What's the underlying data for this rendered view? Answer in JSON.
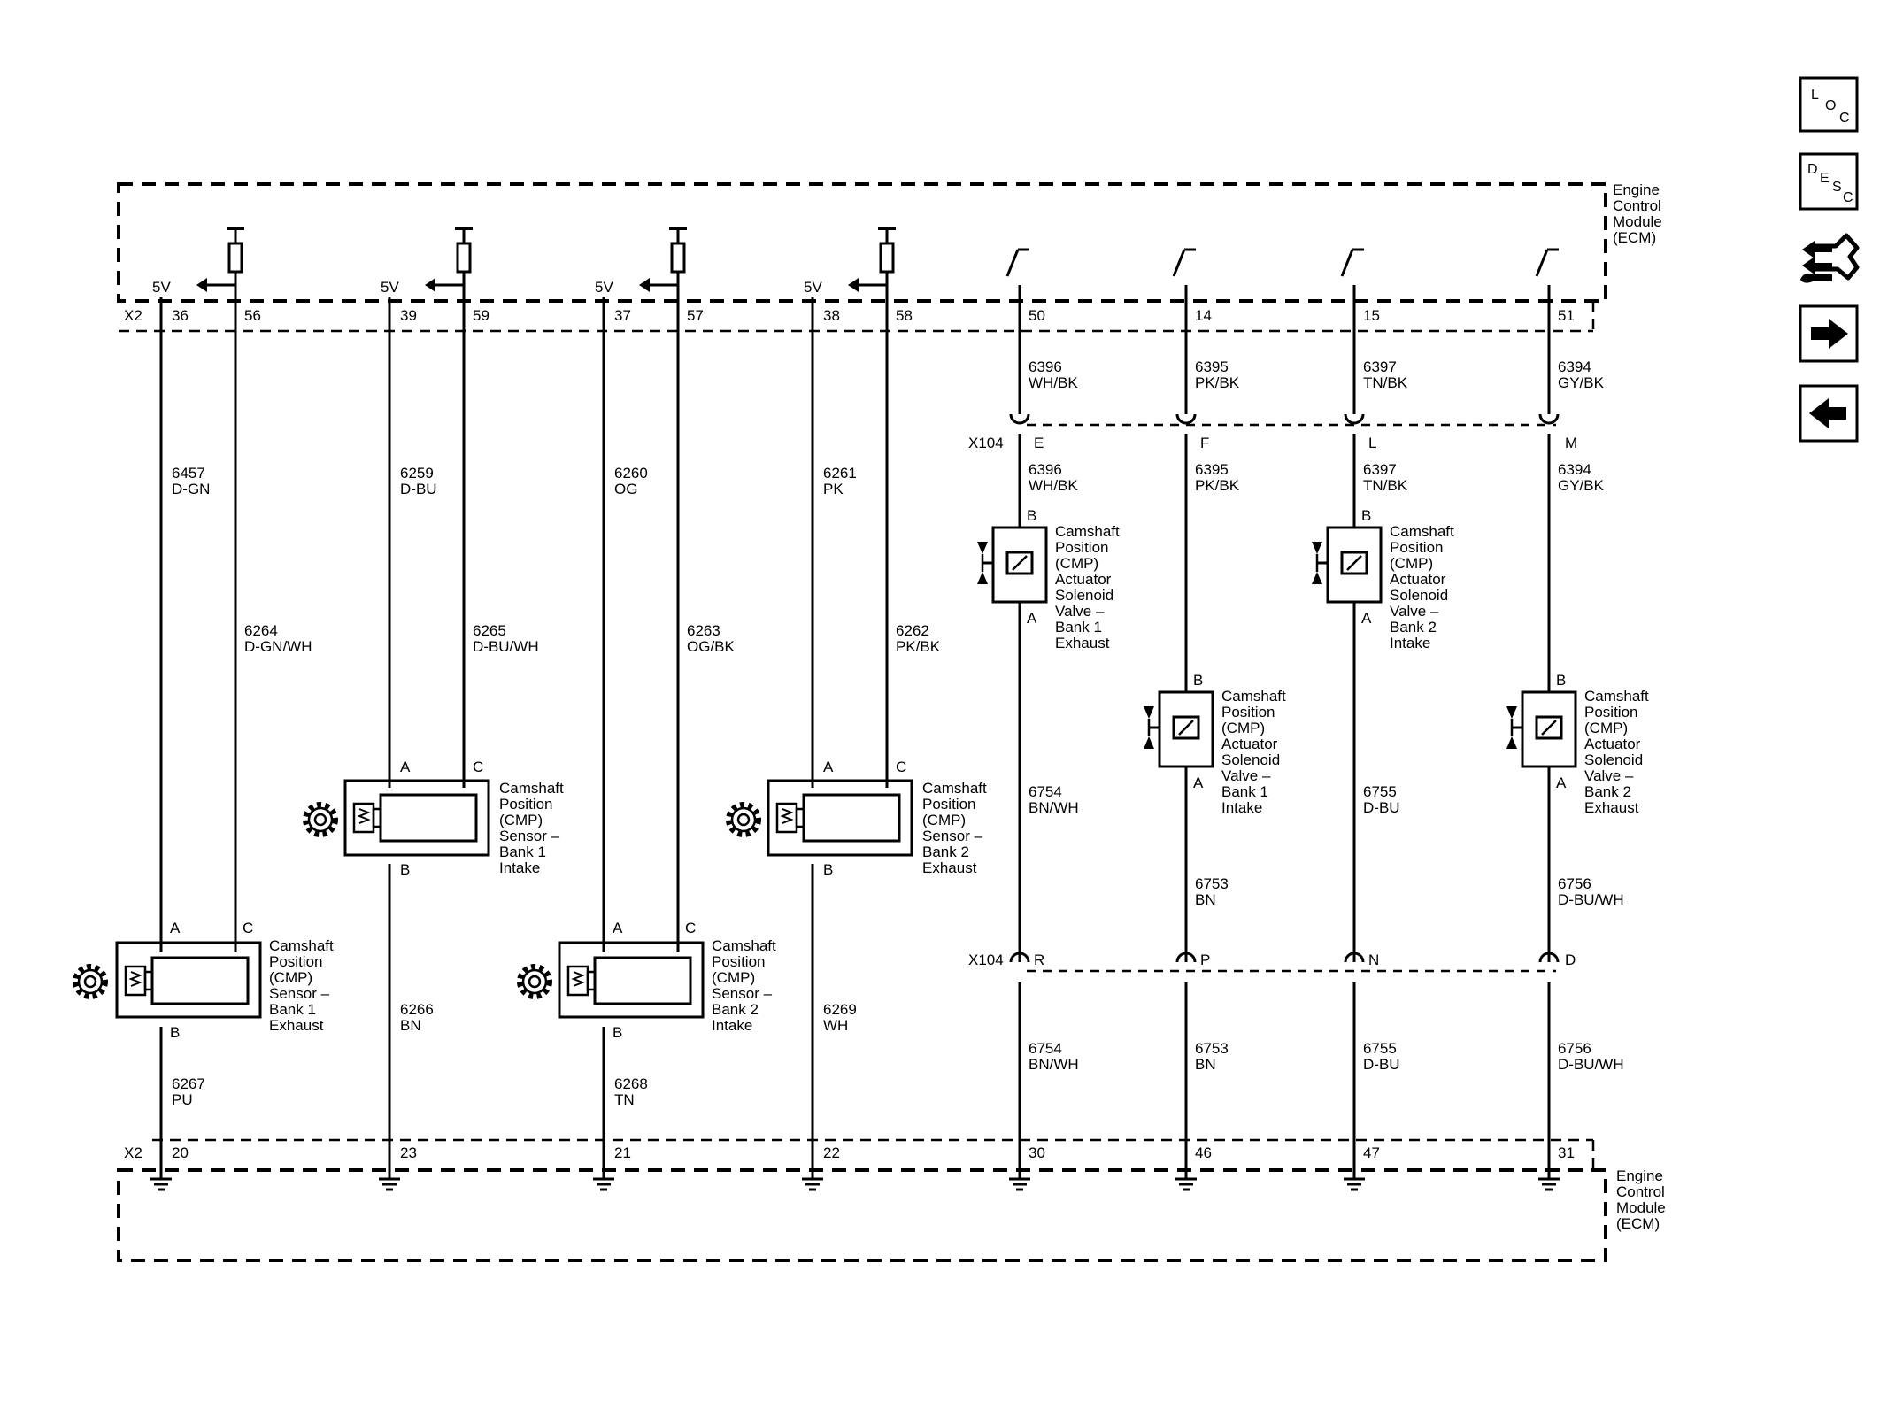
{
  "nav": {
    "loc": {
      "l1": "L",
      "l2": "O",
      "l3": "C"
    },
    "desc": {
      "l1": "D",
      "l2": "E",
      "l3": "S",
      "l4": "C"
    },
    "diag_icon": "wrench-arrows-icon",
    "next_icon": "arrow-right-icon",
    "prev_icon": "arrow-left-icon"
  },
  "ecm": {
    "top_label": [
      "Engine",
      "Control",
      "Module",
      "(ECM)"
    ],
    "bottom_label": [
      "Engine",
      "Control",
      "Module",
      "(ECM)"
    ],
    "top_connector": "X2",
    "bottom_connector": "X2",
    "ref_label": "5V"
  },
  "inline_connector": {
    "label_top": "X104",
    "label_bottom": "X104"
  },
  "sensors": [
    {
      "ref_pin": "36",
      "sig_pin": "56",
      "ref_wire": {
        "num": "6457",
        "color": "D-GN"
      },
      "sig_wire": {
        "num": "6264",
        "color": "D-GN/WH"
      },
      "low_wire": {
        "num": "6267",
        "color": "PU"
      },
      "low_pin": "20",
      "term_a": "A",
      "term_b": "B",
      "term_c": "C",
      "label": [
        "Camshaft",
        "Position",
        "(CMP)",
        "Sensor –",
        "Bank 1",
        "Exhaust"
      ]
    },
    {
      "ref_pin": "39",
      "sig_pin": "59",
      "ref_wire": {
        "num": "6259",
        "color": "D-BU"
      },
      "sig_wire": {
        "num": "6265",
        "color": "D-BU/WH"
      },
      "low_wire": {
        "num": "6266",
        "color": "BN"
      },
      "low_pin": "23",
      "term_a": "A",
      "term_b": "B",
      "term_c": "C",
      "label": [
        "Camshaft",
        "Position",
        "(CMP)",
        "Sensor –",
        "Bank 1",
        "Intake"
      ]
    },
    {
      "ref_pin": "37",
      "sig_pin": "57",
      "ref_wire": {
        "num": "6260",
        "color": "OG"
      },
      "sig_wire": {
        "num": "6263",
        "color": "OG/BK"
      },
      "low_wire": {
        "num": "6268",
        "color": "TN"
      },
      "low_pin": "21",
      "term_a": "A",
      "term_b": "B",
      "term_c": "C",
      "label": [
        "Camshaft",
        "Position",
        "(CMP)",
        "Sensor –",
        "Bank 2",
        "Intake"
      ]
    },
    {
      "ref_pin": "38",
      "sig_pin": "58",
      "ref_wire": {
        "num": "6261",
        "color": "PK"
      },
      "sig_wire": {
        "num": "6262",
        "color": "PK/BK"
      },
      "low_wire": {
        "num": "6269",
        "color": "WH"
      },
      "low_pin": "22",
      "term_a": "A",
      "term_b": "B",
      "term_c": "C",
      "label": [
        "Camshaft",
        "Position",
        "(CMP)",
        "Sensor –",
        "Bank 2",
        "Exhaust"
      ]
    }
  ],
  "actuators": [
    {
      "ecm_pin": "50",
      "wire_top": {
        "num": "6396",
        "color": "WH/BK"
      },
      "x104_top_pin": "E",
      "term_b": "B",
      "term_a": "A",
      "wire_mid": {
        "num": "6754",
        "color": "BN/WH"
      },
      "x104_bot_pin": "R",
      "wire_bot": {
        "num": "6754",
        "color": "BN/WH"
      },
      "low_pin": "30",
      "label": [
        "Camshaft",
        "Position",
        "(CMP)",
        "Actuator",
        "Solenoid",
        "Valve –",
        "Bank 1",
        "Exhaust"
      ]
    },
    {
      "ecm_pin": "14",
      "wire_top": {
        "num": "6395",
        "color": "PK/BK"
      },
      "x104_top_pin": "F",
      "term_b": "B",
      "term_a": "A",
      "wire_mid": {
        "num": "6753",
        "color": "BN"
      },
      "x104_bot_pin": "P",
      "wire_bot": {
        "num": "6753",
        "color": "BN"
      },
      "low_pin": "46",
      "label": [
        "Camshaft",
        "Position",
        "(CMP)",
        "Actuator",
        "Solenoid",
        "Valve –",
        "Bank 1",
        "Intake"
      ]
    },
    {
      "ecm_pin": "15",
      "wire_top": {
        "num": "6397",
        "color": "TN/BK"
      },
      "x104_top_pin": "L",
      "term_b": "B",
      "term_a": "A",
      "wire_mid": {
        "num": "6755",
        "color": "D-BU"
      },
      "x104_bot_pin": "N",
      "wire_bot": {
        "num": "6755",
        "color": "D-BU"
      },
      "low_pin": "47",
      "label": [
        "Camshaft",
        "Position",
        "(CMP)",
        "Actuator",
        "Solenoid",
        "Valve –",
        "Bank 2",
        "Intake"
      ]
    },
    {
      "ecm_pin": "51",
      "wire_top": {
        "num": "6394",
        "color": "GY/BK"
      },
      "x104_top_pin": "M",
      "term_b": "B",
      "term_a": "A",
      "wire_mid": {
        "num": "6756",
        "color": "D-BU/WH"
      },
      "x104_bot_pin": "D",
      "wire_bot": {
        "num": "6756",
        "color": "D-BU/WH"
      },
      "low_pin": "31",
      "label": [
        "Camshaft",
        "Position",
        "(CMP)",
        "Actuator",
        "Solenoid",
        "Valve –",
        "Bank 2",
        "Exhaust"
      ]
    }
  ]
}
